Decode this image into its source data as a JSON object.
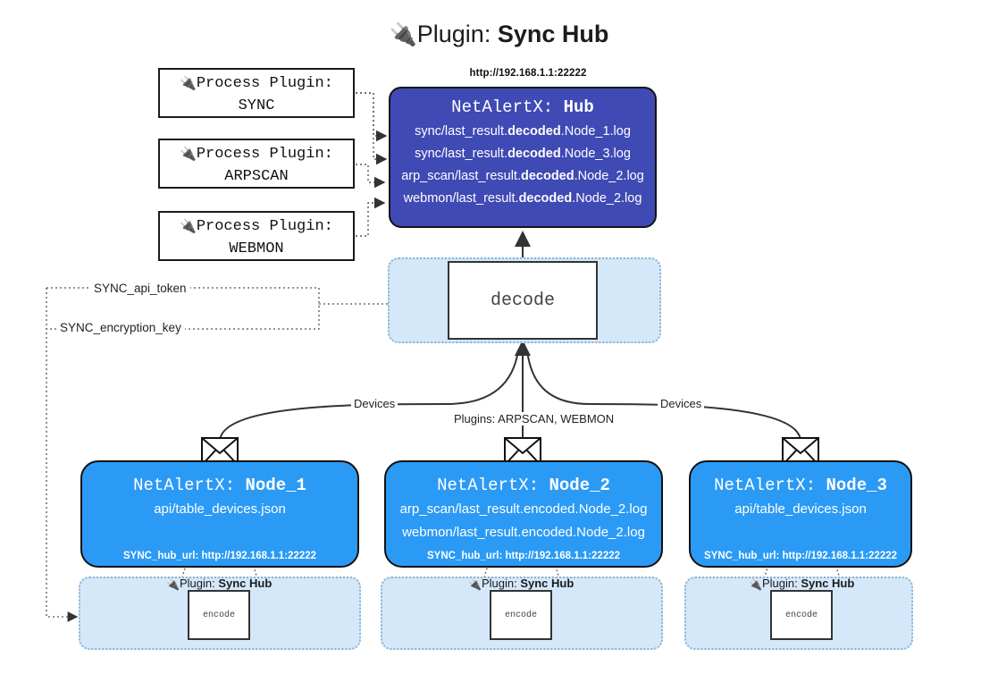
{
  "title": {
    "icon": "plug-icon",
    "glyph": "🔌",
    "prefix": "Plugin: ",
    "name": "Sync Hub"
  },
  "hub": {
    "url": "http://192.168.1.1:22222",
    "header_prefix": "NetAlertX: ",
    "header_name": "Hub",
    "rows": [
      {
        "pre": "sync/last_result.",
        "mid": "decoded",
        "post": ".Node_1.log"
      },
      {
        "pre": "sync/last_result.",
        "mid": "decoded",
        "post": ".Node_3.log"
      },
      {
        "pre": "arp_scan/last_result.",
        "mid": "decoded",
        "post": ".Node_2.log"
      },
      {
        "pre": "webmon/last_result.",
        "mid": "decoded",
        "post": ".Node_2.log"
      }
    ]
  },
  "process_plugins": [
    {
      "glyph": "🔌",
      "line1": "Process Plugin:",
      "line2": "SYNC"
    },
    {
      "glyph": "🔌",
      "line1": "Process Plugin:",
      "line2": "ARPSCAN"
    },
    {
      "glyph": "🔌",
      "line1": "Process Plugin:",
      "line2": "WEBMON"
    }
  ],
  "decode": {
    "label": "decode"
  },
  "tokens": [
    {
      "label": "SYNC_api_token"
    },
    {
      "label": "SYNC_encryption_key"
    }
  ],
  "edge_labels": {
    "devices_left": "Devices",
    "devices_right": "Devices",
    "plugins_center": "Plugins: ARPSCAN, WEBMON"
  },
  "nodes": [
    {
      "header_prefix": "NetAlertX: ",
      "header_name": "Node_1",
      "rows": [
        "api/table_devices.json"
      ],
      "footer": "SYNC_hub_url: http://192.168.1.1:22222",
      "plugin_label_prefix": "Plugin: ",
      "plugin_label_name": "Sync Hub",
      "plugin_glyph": "🔌",
      "encode_label": "encode"
    },
    {
      "header_prefix": "NetAlertX: ",
      "header_name": "Node_2",
      "rows": [
        "arp_scan/last_result.encoded.Node_2.log",
        "webmon/last_result.encoded.Node_2.log"
      ],
      "footer": "SYNC_hub_url: http://192.168.1.1:22222",
      "plugin_label_prefix": "Plugin: ",
      "plugin_label_name": "Sync Hub",
      "plugin_glyph": "🔌",
      "encode_label": "encode"
    },
    {
      "header_prefix": "NetAlertX: ",
      "header_name": "Node_3",
      "rows": [
        "api/table_devices.json"
      ],
      "footer": "SYNC_hub_url: http://192.168.1.1:22222",
      "plugin_label_prefix": "Plugin: ",
      "plugin_label_name": "Sync Hub",
      "plugin_glyph": "🔌",
      "encode_label": "encode"
    }
  ],
  "colors": {
    "hub_fill": "#3f4ab4",
    "node_fill": "#2b9af5",
    "zone_fill": "#d5e8fa",
    "zone_border": "#8fb2cd",
    "stroke": "#333333",
    "background": "#ffffff"
  }
}
